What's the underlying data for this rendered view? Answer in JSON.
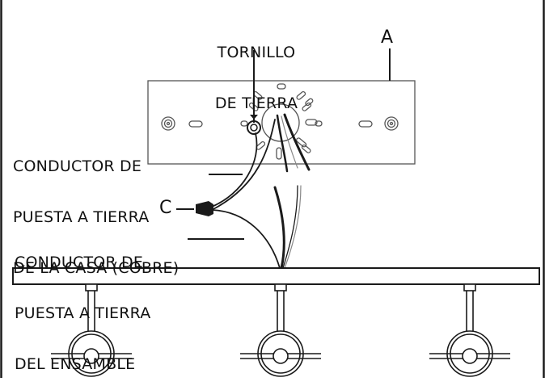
{
  "labels": {
    "ground_screw": [
      "TORNILLO",
      "DE TIERRA"
    ],
    "plate": "A",
    "house_ground": [
      "CONDUCTOR DE",
      "PUESTA A TIERRA",
      "DE LA CASA (COBRE)"
    ],
    "wire_nut": "C",
    "assembly_ground": [
      "CONDUCTOR DE",
      "PUESTA A TIERRA",
      "DEL ENSAMBLE"
    ]
  },
  "colors": {
    "line": "#1a1a1a",
    "background": "#ffffff"
  }
}
